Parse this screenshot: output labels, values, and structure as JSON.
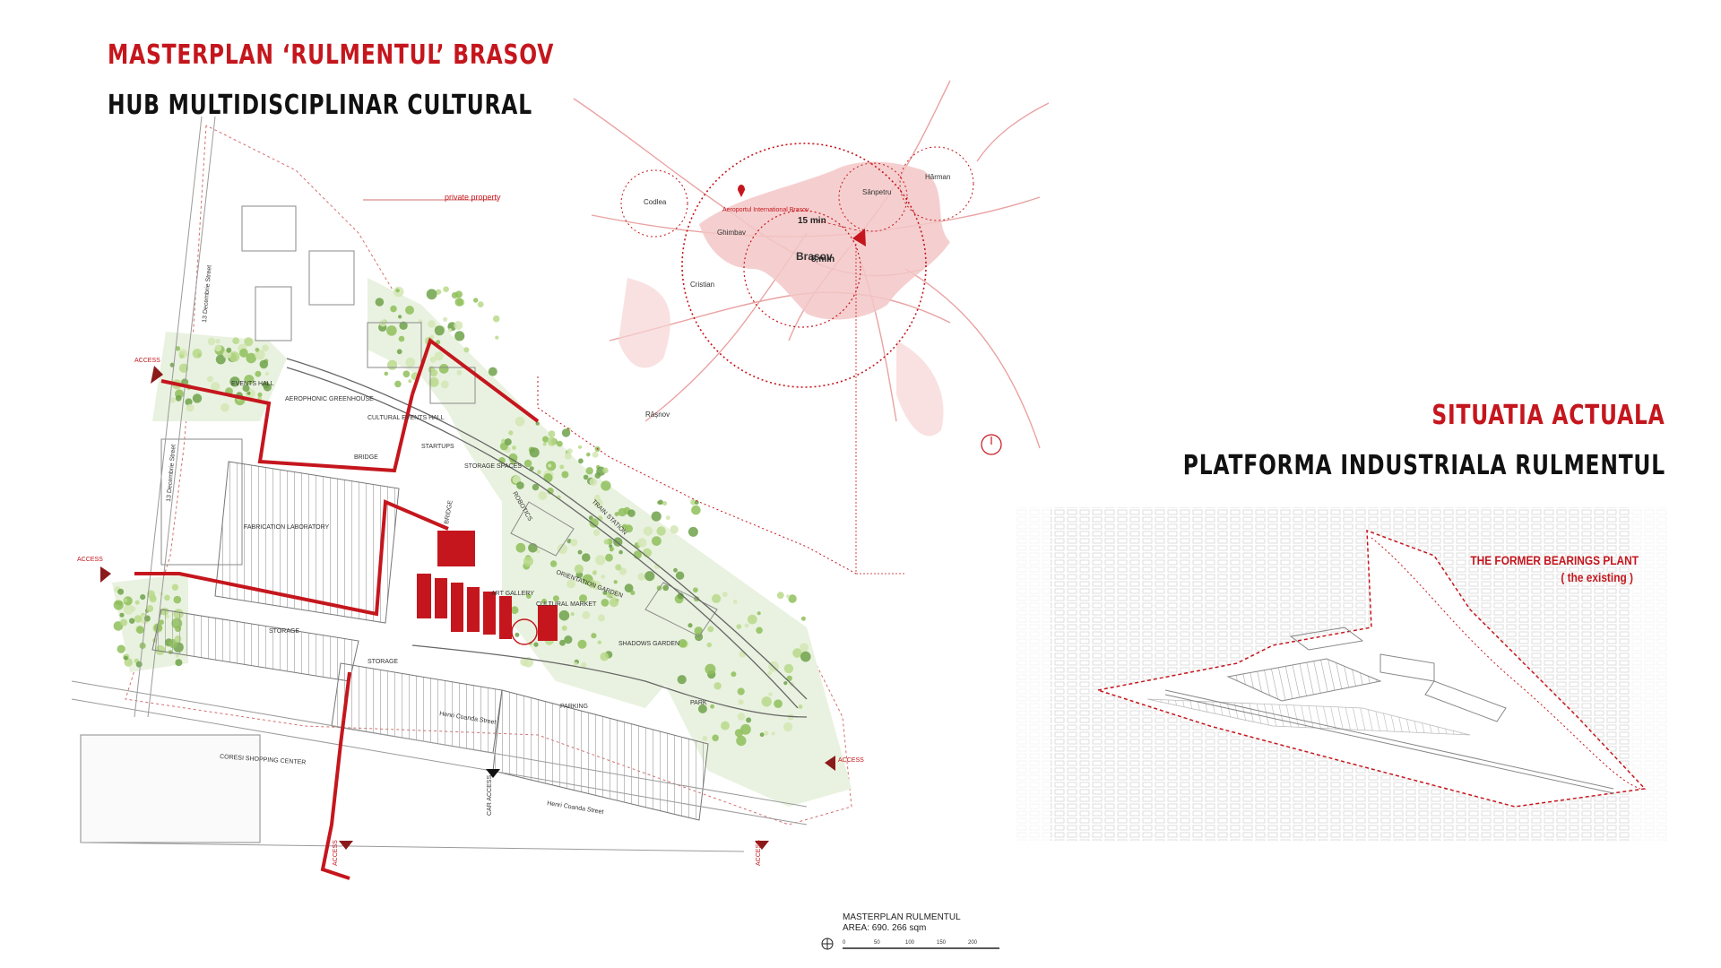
{
  "titles": {
    "main": "MASTERPLAN ‘RULMENTUL’ BRASOV",
    "sub": "HUB MULTIDISCIPLINAR CULTURAL",
    "situation": "SITUATIA ACTUALA",
    "platform": "PLATFORMA INDUSTRIALA RULMENTUL"
  },
  "masterplan": {
    "private_property": "private property",
    "access": "ACCESS",
    "car_access": "CAR ACCESS",
    "streets": {
      "decembrie_top": "13 Decembrie Street",
      "decembrie_mid": "13 Decembrie Street",
      "coanda_1": "Henri Coanda Street",
      "coanda_2": "Henri Coanda Street"
    },
    "zones": {
      "events_hall": "EVENTS HALL",
      "aerophonic": "AEROPHONIC GREENHOUSE",
      "cultural_events": "CULTURAL EVENTS HALL",
      "startups": "STARTUPS",
      "storage_spaces": "STORAGE SPACES",
      "bridge_1": "BRIDGE",
      "bridge_2": "BRIDGE",
      "fabrication": "FABRICATION LABORATORY",
      "robotics": "ROBOTICS",
      "art_gallery": "ART GALLERY",
      "cultural_market": "CULTURAL MARKET",
      "garden": "ORIENTATION GARDEN",
      "shadows": "SHADOWS GARDEN",
      "storage_1": "STORAGE",
      "storage_2": "STORAGE",
      "parking": "PARKING",
      "park": "PARK",
      "coresi": "CORESI SHOPPING CENTER",
      "railway": "TRAIN STATION"
    }
  },
  "city_map": {
    "airport": "Aeroportul International Brasov",
    "city": "Brașov",
    "time_15": "15 min",
    "time_8": "8 min",
    "towns": {
      "codlea": "Codlea",
      "sanpetru": "Sânpetru",
      "harman": "Hărman",
      "ghimbav": "Ghimbav",
      "cristian": "Cristian",
      "rasnov": "Râșnov"
    }
  },
  "existing": {
    "caption_1": "THE FORMER BEARINGS PLANT",
    "caption_2": "( the existing )"
  },
  "scale_info": {
    "name": "MASTERPLAN RULMENTUL",
    "area": "AREA:  690. 266 sqm",
    "ticks": [
      "0",
      "50",
      "100",
      "150",
      "200"
    ]
  },
  "colors": {
    "accent": "#c5161d",
    "green": "#8fbf5a",
    "map_fill": "#f3c7c7"
  }
}
